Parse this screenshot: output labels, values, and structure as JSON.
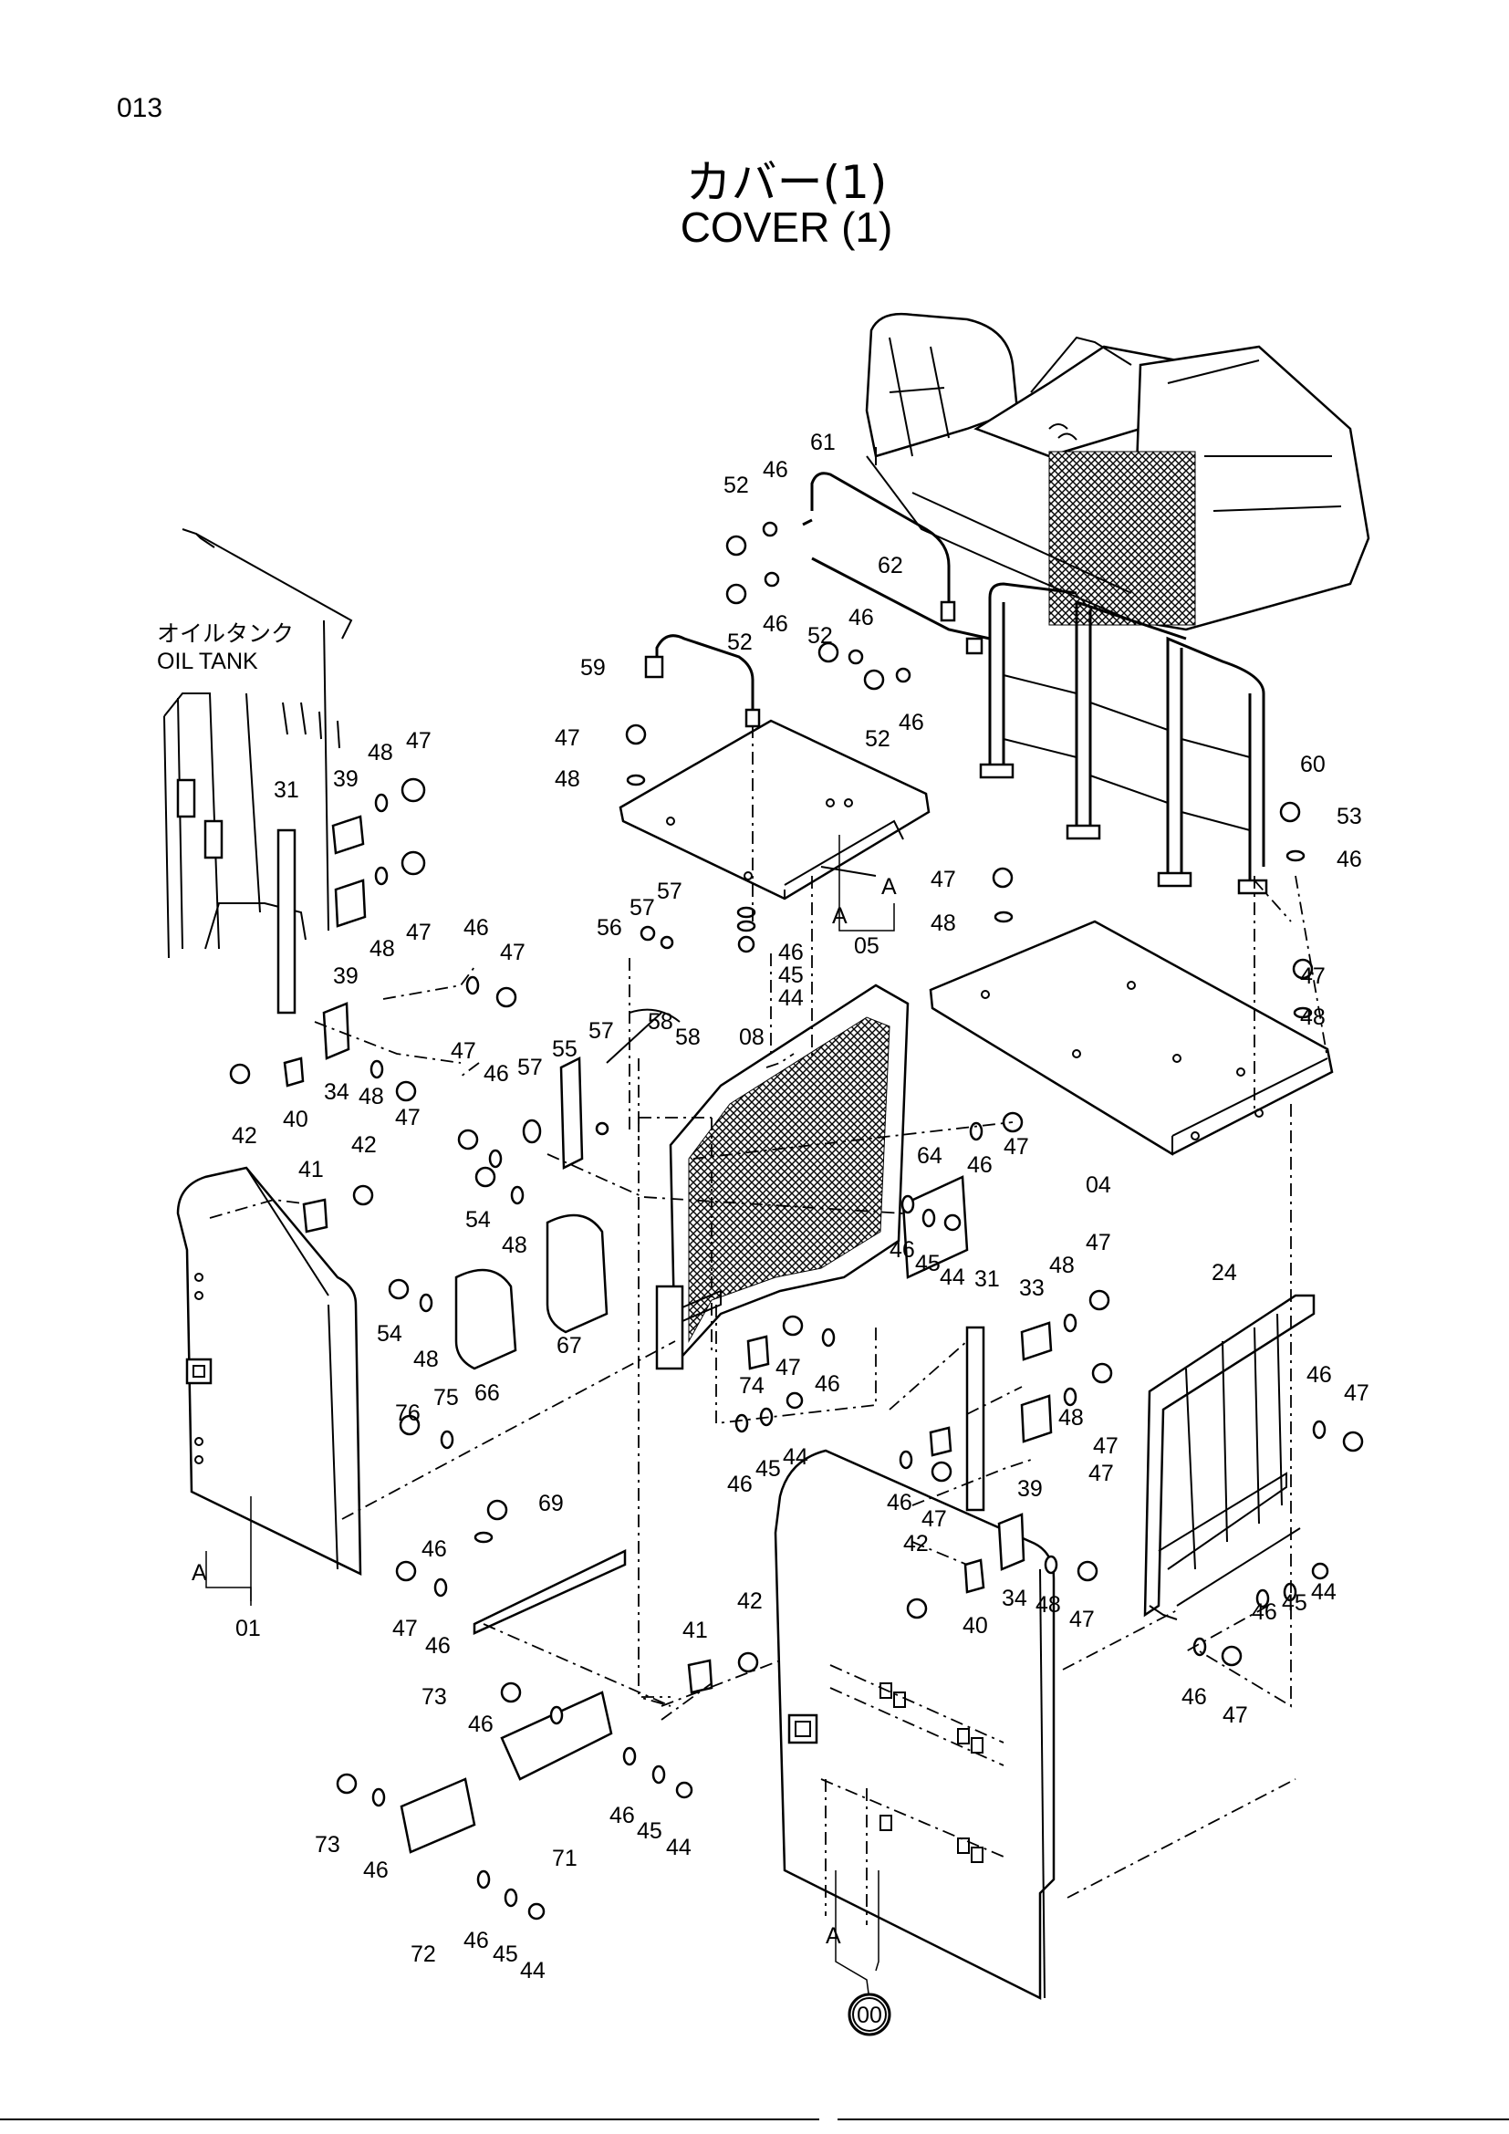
{
  "page_number": "013",
  "title": {
    "japanese": "カバー(1)",
    "english": "COVER (1)"
  },
  "oil_tank_label": {
    "japanese": "オイルタンク",
    "english": "OIL TANK"
  },
  "section_marker": "A",
  "assembly_symbol": "00",
  "part_callouts": {
    "p61": "61",
    "p52a": "52",
    "p46a": "46",
    "p52b": "52",
    "p46b": "46",
    "p62": "62",
    "p52c": "52",
    "p46c": "46",
    "p52d": "52",
    "p46d": "46",
    "p59": "59",
    "p60": "60",
    "p47a": "47",
    "p48a": "48",
    "p53": "53",
    "p46e": "46",
    "p47b": "47",
    "p48b": "48",
    "p05": "05",
    "p31a": "31",
    "p39a": "39",
    "p48c": "48",
    "p47c": "47",
    "p47d": "47",
    "p48d": "48",
    "p39b": "39",
    "p46f": "46",
    "p47e": "47",
    "p56": "56",
    "p57a": "57",
    "p57b": "57",
    "p46g": "46",
    "p45a": "45",
    "p44a": "44",
    "p47f": "47",
    "p48e": "48",
    "p58a": "58",
    "p58b": "58",
    "p08": "08",
    "p57c": "57",
    "p55": "55",
    "p57d": "57",
    "p46h": "46",
    "p47g": "47",
    "p42a": "42",
    "p40a": "40",
    "p34a": "34",
    "p48f": "48",
    "p47h": "47",
    "p64": "64",
    "p46i": "46",
    "p47i": "47",
    "p04": "04",
    "p41a": "41",
    "p42b": "42",
    "p54a": "54",
    "p48g": "48",
    "p46j": "46",
    "p45b": "45",
    "p44b": "44",
    "p31b": "31",
    "p33": "33",
    "p48h": "48",
    "p47j": "47",
    "p24": "24",
    "p54b": "54",
    "p48i": "48",
    "p66": "66",
    "p67": "67",
    "p74": "74",
    "p47k": "47",
    "p46k": "46",
    "p48j": "48",
    "p47l": "47",
    "p46l": "46",
    "p47m": "47",
    "p76": "76",
    "p75": "75",
    "p46m": "46",
    "p45c": "45",
    "p44c": "44",
    "p46n": "46",
    "p47n": "47",
    "p39c": "39",
    "p47o": "47",
    "p46o": "46",
    "p69": "69",
    "p42c": "42",
    "p34b": "34",
    "p48k": "48",
    "p47p": "47",
    "p40b": "40",
    "p46p": "46",
    "p45d": "45",
    "p44d": "44",
    "p47q": "47",
    "p46q": "46",
    "p01": "01",
    "p41b": "41",
    "p42d": "42",
    "p46r": "46",
    "p47r": "47",
    "p73a": "73",
    "p46s": "46",
    "p73b": "73",
    "p46t": "46",
    "p46u": "46",
    "p45e": "45",
    "p44e": "44",
    "p71": "71",
    "p72": "72",
    "p46v": "46",
    "p45f": "45",
    "p44f": "44"
  }
}
